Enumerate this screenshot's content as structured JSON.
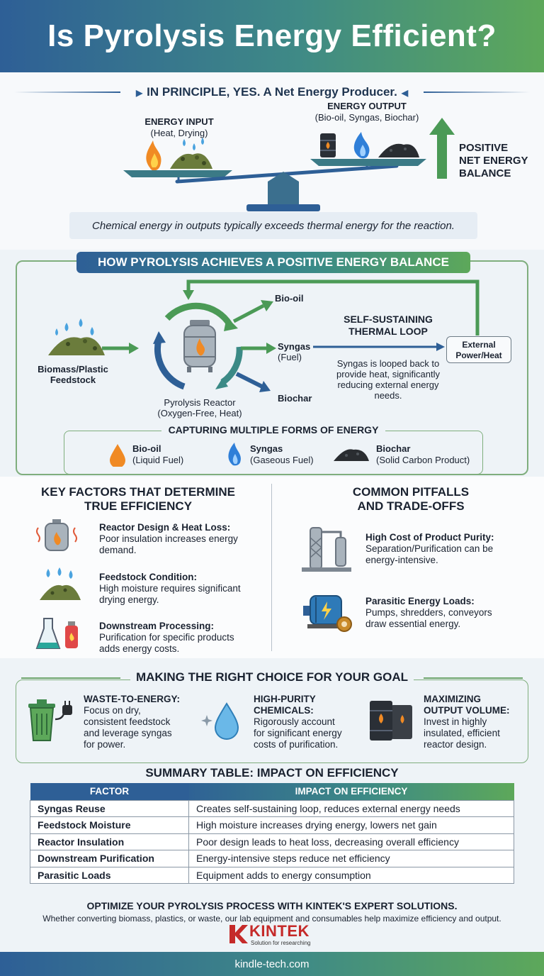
{
  "title": "Is Pyrolysis Energy Efficient?",
  "principle": {
    "heading": "IN PRINCIPLE, YES. A Net Energy Producer.",
    "input_title": "ENERGY INPUT",
    "input_sub": "(Heat, Drying)",
    "output_title": "ENERGY OUTPUT",
    "output_sub": "(Bio-oil, Syngas, Biochar)",
    "net_line1": "POSITIVE",
    "net_line2": "NET ENERGY",
    "net_line3": "BALANCE",
    "quote": "Chemical energy in outputs typically exceeds thermal energy for the reaction."
  },
  "balance": {
    "heading": "HOW PYROLYSIS ACHIEVES A POSITIVE ENERGY BALANCE",
    "feedstock_line1": "Biomass/Plastic",
    "feedstock_line2": "Feedstock",
    "reactor_line1": "Pyrolysis Reactor",
    "reactor_line2": "(Oxygen-Free, Heat)",
    "bio_oil": "Bio-oil",
    "syngas": "Syngas",
    "syngas_sub": "(Fuel)",
    "biochar": "Biochar",
    "loop_title_1": "SELF-SUSTAINING",
    "loop_title_2": "THERMAL LOOP",
    "loop_desc": "Syngas is looped back to provide heat, significantly reducing external energy needs.",
    "external_line1": "External",
    "external_line2": "Power/Heat",
    "capture_title": "CAPTURING MULTIPLE FORMS OF ENERGY",
    "capture": [
      {
        "name": "Bio-oil",
        "desc": "(Liquid Fuel)"
      },
      {
        "name": "Syngas",
        "desc": "(Gaseous Fuel)"
      },
      {
        "name": "Biochar",
        "desc": "(Solid Carbon Product)"
      }
    ]
  },
  "factors": {
    "title_1": "KEY FACTORS THAT DETERMINE",
    "title_2": "TRUE EFFICIENCY",
    "items": [
      {
        "title": "Reactor Design & Heat Loss:",
        "desc_1": "Poor insulation increases energy",
        "desc_2": "demand."
      },
      {
        "title": "Feedstock Condition:",
        "desc_1": "High moisture requires significant",
        "desc_2": "drying energy."
      },
      {
        "title": "Downstream Processing:",
        "desc_1": "Purification for specific products",
        "desc_2": "adds energy costs."
      }
    ]
  },
  "pitfalls": {
    "title_1": "COMMON PITFALLS",
    "title_2": "AND TRADE-OFFS",
    "items": [
      {
        "title": "High Cost of Product Purity:",
        "desc_1": "Separation/Purification can be",
        "desc_2": "energy-intensive."
      },
      {
        "title": "Parasitic Energy Loads:",
        "desc_1": "Pumps, shredders, conveyors",
        "desc_2": "draw essential energy."
      }
    ]
  },
  "choice": {
    "heading": "MAKING THE RIGHT CHOICE FOR YOUR GOAL",
    "items": [
      {
        "title": "WASTE-TO-ENERGY:",
        "l1": "Focus on dry,",
        "l2": "consistent feedstock",
        "l3": "and leverage syngas",
        "l4": "for power."
      },
      {
        "title_1": "HIGH-PURITY",
        "title_2": "CHEMICALS:",
        "l1": "Rigorously account",
        "l2": "for significant energy",
        "l3": "costs of purification."
      },
      {
        "title_1": "MAXIMIZING",
        "title_2": "OUTPUT VOLUME:",
        "l1": "Invest in highly",
        "l2": "insulated, efficient",
        "l3": "reactor design."
      }
    ]
  },
  "table": {
    "heading": "SUMMARY TABLE: IMPACT ON EFFICIENCY",
    "col_factor": "FACTOR",
    "col_impact": "IMPACT ON EFFICIENCY",
    "rows": [
      {
        "factor": "Syngas Reuse",
        "impact": "Creates self-sustaining loop, reduces external energy needs"
      },
      {
        "factor": "Feedstock Moisture",
        "impact": "High moisture increases drying energy, lowers net gain"
      },
      {
        "factor": "Reactor Insulation",
        "impact": "Poor design leads to heat loss, decreasing overall efficiency"
      },
      {
        "factor": "Downstream Purification",
        "impact": "Energy-intensive steps reduce net efficiency"
      },
      {
        "factor": "Parasitic Loads",
        "impact": "Equipment adds to energy consumption"
      }
    ]
  },
  "cta": {
    "title": "OPTIMIZE YOUR PYROLYSIS PROCESS WITH KINTEK'S EXPERT SOLUTIONS.",
    "sub": "Whether converting biomass, plastics, or waste, our lab equipment and consumables help maximize efficiency and output."
  },
  "logo": {
    "name": "KINTEK",
    "tagline": "Solution for researching"
  },
  "footer": "kindle-tech.com",
  "colors": {
    "blue": "#2e5f96",
    "teal": "#3f8a86",
    "green": "#5da85a",
    "flame": "#f08a24",
    "syngas": "#2f7fd8"
  }
}
